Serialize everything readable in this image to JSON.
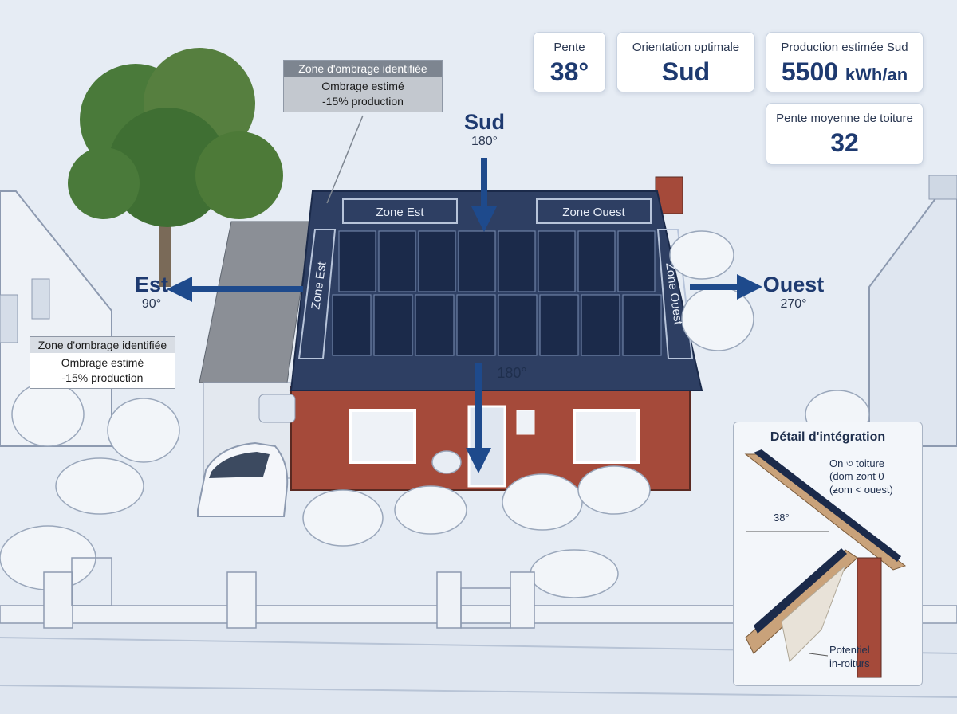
{
  "stats": {
    "slope": {
      "label": "Pente",
      "value": "38°"
    },
    "orientation": {
      "label": "Orientation optimale",
      "value": "Sud"
    },
    "production": {
      "label": "Production estimée Sud",
      "value": "5500",
      "unit": "kWh/an"
    },
    "avg_slope": {
      "label": "Pente moyenne de toiture",
      "value": "32"
    }
  },
  "shading_top": {
    "heading": "Zone d'ombrage identifiée",
    "line1": "Ombrage estimé",
    "line2": "-15% production"
  },
  "shading_left": {
    "heading": "Zone d'ombrage identifiée",
    "line1": "Ombrage estimé",
    "line2": "-15% production"
  },
  "directions": {
    "south": {
      "name": "Sud",
      "degrees": "180°"
    },
    "east": {
      "name": "Est",
      "degrees": "90°"
    },
    "west": {
      "name": "Ouest",
      "degrees": "270°"
    },
    "south_lower_degrees": "180°"
  },
  "roof_zones": {
    "east_top": "Zone Est",
    "west_top": "Zone Ouest",
    "east_side": "Zone Est",
    "west_side": "Zone Ouest"
  },
  "detail": {
    "title": "Détail d'intégration",
    "note_line1": "On ৩ toiture",
    "note_line2": "(dom zont 0",
    "note_line3": "(ƶom < ouest)",
    "angle": "38°",
    "potential_line1": "Potentiel",
    "potential_line2": "in-roiturs"
  },
  "colors": {
    "accent": "#1e3a70",
    "panel": "#1b2a4a",
    "brick": "#a54a3a",
    "roof": "#2e3f63",
    "tree": "#4a7a3a"
  }
}
